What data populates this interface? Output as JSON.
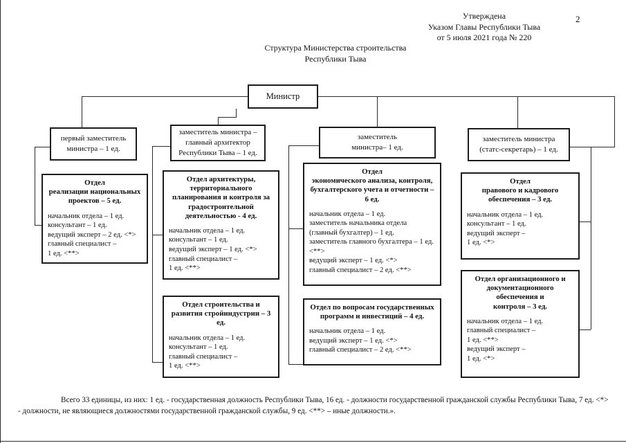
{
  "page": {
    "page_number": "2",
    "approval": "Утверждена\nУказом Главы Республики Тыва\nот 5 июля 2021 года № 220",
    "title": "Структура Министерства строительства\nРеспублики Тыва",
    "footnote": "Всего 33 единицы, из них: 1 ед. - государственная должность Республики Тыва, 16 ед. - должности государственной гражданской службы Республики Тыва, 7 ед. <*> - должности, не являющиеся должностями государственной гражданской службы, 9 ед. <**> – иные должности.»."
  },
  "chart": {
    "minister": "Министр",
    "deputies": [
      {
        "label": "первый заместитель\nминистра – 1 ед."
      },
      {
        "label": "заместитель министра –\nглавный архитектор\nРеспублики Тыва – 1 ед."
      },
      {
        "label": "заместитель\nминистра– 1 ед."
      },
      {
        "label": "заместитель министра\n(статс-секретарь) – 1 ед."
      }
    ],
    "departments": [
      {
        "title": "Отдел\nреализации национальных\nпроектов – 5 ед.",
        "staff": "начальник отдела – 1 ед.\nконсультант – 1 ед.\nведущий эксперт – 2 ед. <*>\nглавный специалист –\n1 ед. <**>"
      },
      {
        "title": "Отдел архитектуры,\nтерриториального\nпланирования и контроля за\nградостроительной\nдеятельностью - 4 ед.",
        "staff": "начальник отдела – 1 ед.\nконсультант – 1 ед.\nведущий эксперт – 1 ед. <*>\nглавный специалист –\n1 ед. <**>"
      },
      {
        "title": "Отдел\nэкономического анализа, контроля,\nбухгалтерского учета и отчетности –\n6 ед.",
        "staff": "начальник отдела – 1 ед.\nзаместитель начальника отдела\n(главный бухгалтер) – 1 ед.\nзаместитель главного бухгалтера – 1 ед.\n<**>\nведущий эксперт – 1 ед. <*>\nглавный специалист – 2 ед. <**>"
      },
      {
        "title": "Отдел\nправового и кадрового\nобеспечения – 3 ед.",
        "staff": "начальник отдела – 1 ед.\nконсультант – 1 ед.\nведущий эксперт –\n1 ед. <*>"
      },
      {
        "title": "Отдел строительства и\nразвития стройиндустрии – 3\nед.",
        "staff": "начальник отдела – 1 ед.\nконсультант – 1 ед.\nглавный специалист –\n1 ед. <**>"
      },
      {
        "title": "Отдел по вопросам государственных\nпрограмм и инвестиций – 4 ед.",
        "staff": "начальник отдела – 1 ед.\nведущий эксперт – 1 ед. <*>\nглавный специалист – 2 ед. <**>"
      },
      {
        "title": "Отдел организационного и\nдокументационного\nобеспечения и\nконтроля – 3 ед.",
        "staff": "начальник отдела – 1 ед.\nглавный специалист –\n1 ед. <**>\nведущий эксперт –\n1 ед. <*>"
      }
    ]
  },
  "colors": {
    "background": "#ffffff",
    "border": "#1c1c1c",
    "line": "#2b2b2b",
    "text": "#111111"
  }
}
